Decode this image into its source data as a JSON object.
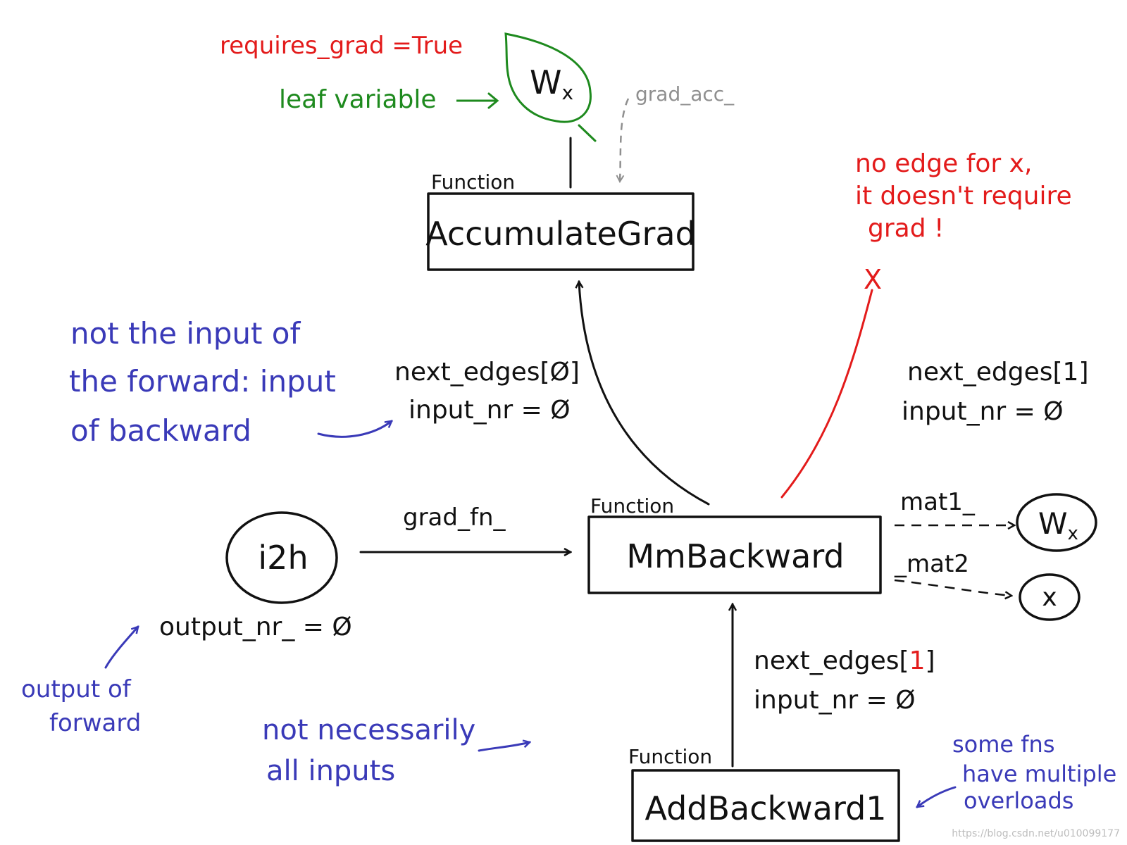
{
  "colors": {
    "black": "#111111",
    "red": "#e31b1b",
    "green": "#1e8a1e",
    "blue": "#3a3ab8",
    "grey": "#8f8f8f"
  },
  "leaf": {
    "label_main": "W",
    "label_sub": "x",
    "requires_grad": "requires_grad =True",
    "leaf_variable": "leaf  variable",
    "grad_acc": "grad_acc_"
  },
  "accumulate": {
    "kind": "Function",
    "name": "AccumulateGrad"
  },
  "red_note": {
    "line1": "no edge  for x,",
    "line2": "it doesn't  require",
    "line3": "grad !",
    "cross": "X"
  },
  "blue_note_top": {
    "line1": "not  the  input  of",
    "line2": "the  forward: input",
    "line3": "of  backward"
  },
  "edge0": {
    "line1": "next_edges[Ø]",
    "line2": "input_nr = Ø"
  },
  "edge1_top": {
    "line1": "next_edges[1]",
    "line2": "input_nr = Ø"
  },
  "i2h": {
    "name": "i2h",
    "grad_fn": "grad_fn_",
    "output_nr": "output_nr_ = Ø"
  },
  "mm": {
    "kind": "Function",
    "name": "MmBackward",
    "mat1": "mat1_",
    "mat2": "_mat2",
    "w_main": "W",
    "w_sub": "x",
    "x": "x"
  },
  "edge_add": {
    "prefix": "next_edges[",
    "index": "1",
    "suffix": "]",
    "line2": "input_nr = Ø"
  },
  "blue_note_left": {
    "line1": "output  of",
    "line2": "forward"
  },
  "blue_note_bottom": {
    "line1": "not  necessarily",
    "line2": "all  inputs"
  },
  "add": {
    "kind": "Function",
    "name": "AddBackward1"
  },
  "blue_note_right": {
    "line1": "some  fns",
    "line2": "have  multiple",
    "line3": "overloads"
  },
  "watermark": "https://blog.csdn.net/u010099177"
}
